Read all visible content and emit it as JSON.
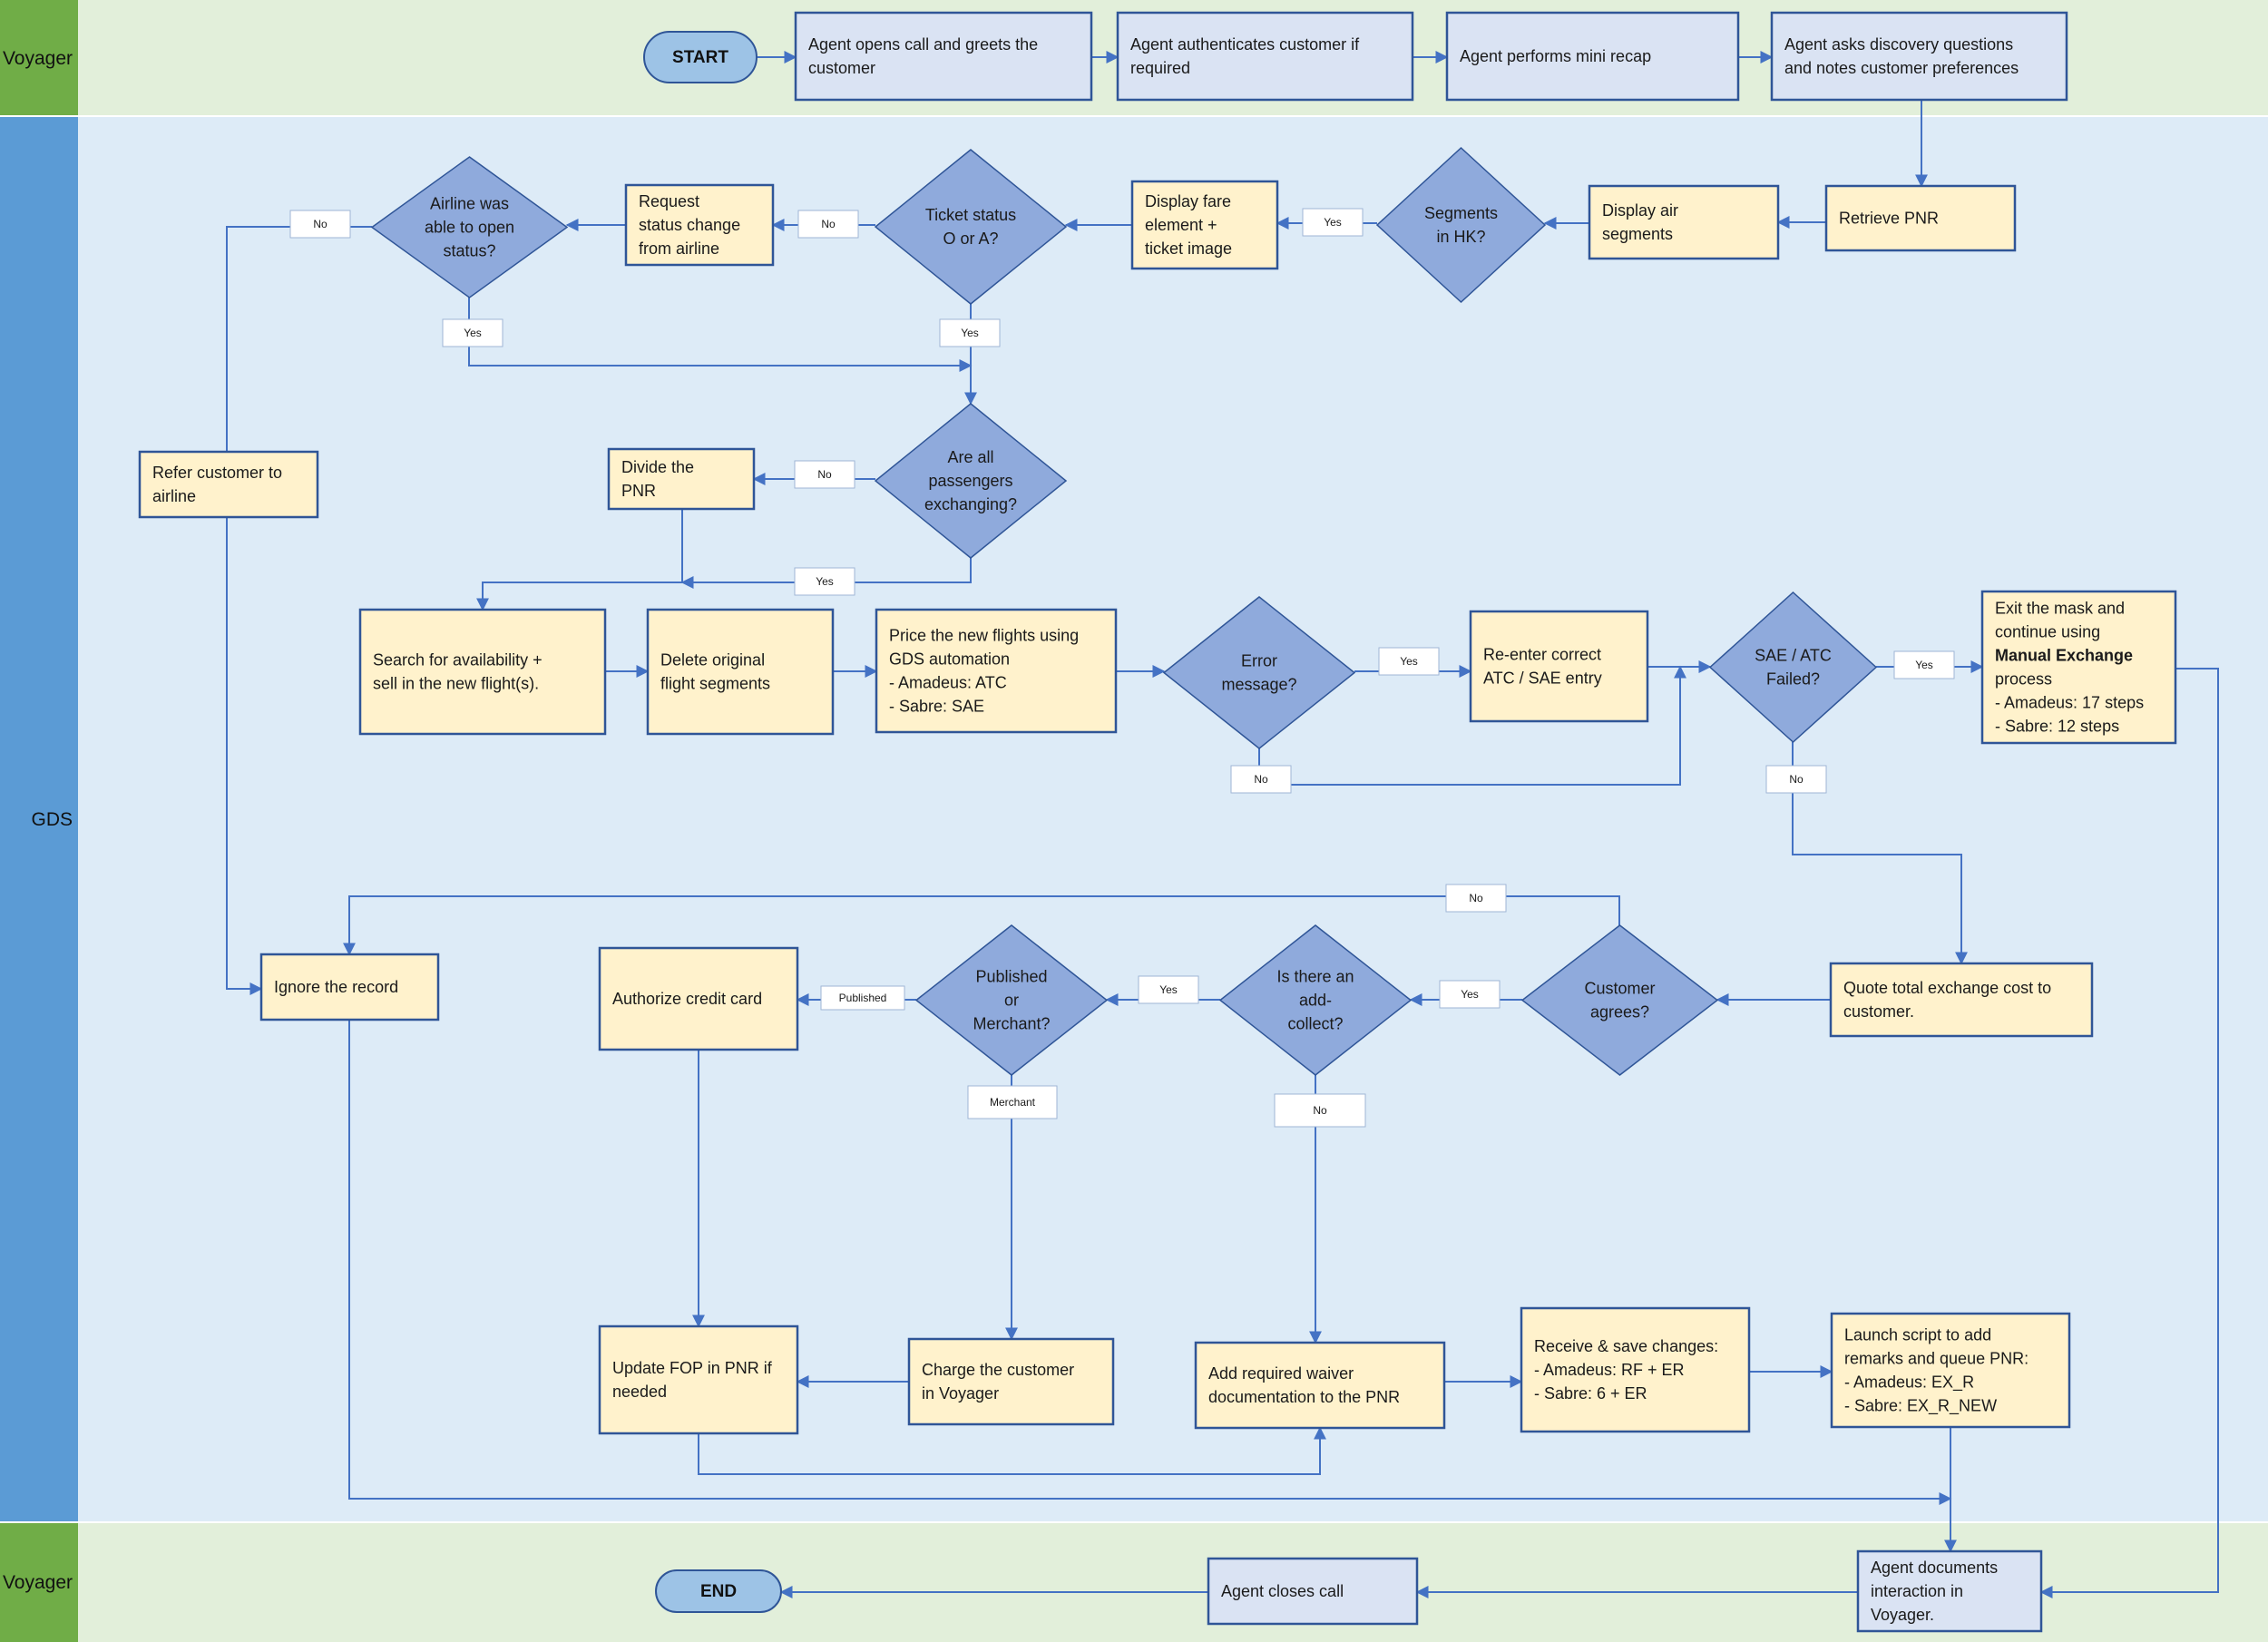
{
  "colors": {
    "lane_voyager_bg": "#e2efda",
    "lane_gds_bg": "#ddebf7",
    "lane_voyager_header": "#70ad47",
    "lane_gds_header": "#5b9bd5",
    "process_blue_fill": "#dae3f3",
    "process_yellow_fill": "#fff2cc",
    "box_border": "#2f5597",
    "decision_fill": "#8faadc",
    "terminal_fill": "#9dc3e6",
    "connector": "#4472c4"
  },
  "lanes": [
    {
      "id": "voyager-top",
      "label": "Voyager"
    },
    {
      "id": "gds",
      "label": "GDS"
    },
    {
      "id": "voyager-bottom",
      "label": "Voyager"
    }
  ],
  "nodes": [
    {
      "id": "start",
      "type": "terminal",
      "lines": [
        "START"
      ]
    },
    {
      "id": "greet",
      "type": "process-blue",
      "lines": [
        "Agent opens call and greets the",
        "customer"
      ]
    },
    {
      "id": "auth",
      "type": "process-blue",
      "lines": [
        "Agent authenticates customer if",
        "required"
      ]
    },
    {
      "id": "recap",
      "type": "process-blue",
      "lines": [
        "Agent performs mini recap"
      ]
    },
    {
      "id": "discovery",
      "type": "process-blue",
      "lines": [
        "Agent asks discovery questions",
        "and notes customer preferences"
      ]
    },
    {
      "id": "retrieve-pnr",
      "type": "process-yellow",
      "lines": [
        "Retrieve PNR"
      ]
    },
    {
      "id": "display-air",
      "type": "process-yellow",
      "lines": [
        "Display air",
        "segments"
      ]
    },
    {
      "id": "segments-hk",
      "type": "decision",
      "lines": [
        "Segments",
        "in HK?"
      ]
    },
    {
      "id": "display-fare",
      "type": "process-yellow",
      "lines": [
        "Display fare",
        "element +",
        "ticket image"
      ]
    },
    {
      "id": "ticket-status",
      "type": "decision",
      "lines": [
        "Ticket status",
        "O or A?"
      ]
    },
    {
      "id": "request-status",
      "type": "process-yellow",
      "lines": [
        "Request",
        "status change",
        "from airline"
      ]
    },
    {
      "id": "airline-open",
      "type": "decision",
      "lines": [
        "Airline was",
        "able to open",
        "status?"
      ]
    },
    {
      "id": "refer-airline",
      "type": "process-yellow",
      "lines": [
        "Refer customer to",
        "airline"
      ]
    },
    {
      "id": "all-pax",
      "type": "decision",
      "lines": [
        "Are all",
        "passengers",
        "exchanging?"
      ]
    },
    {
      "id": "divide-pnr",
      "type": "process-yellow",
      "lines": [
        "Divide the",
        "PNR"
      ]
    },
    {
      "id": "search-avail",
      "type": "process-yellow",
      "lines": [
        "Search for availability +",
        "sell in the new flight(s)."
      ]
    },
    {
      "id": "delete-orig",
      "type": "process-yellow",
      "lines": [
        "Delete original",
        "flight segments"
      ]
    },
    {
      "id": "price-new",
      "type": "process-yellow",
      "lines": [
        "Price the new flights using",
        "GDS automation",
        "- Amadeus: ATC",
        "- Sabre: SAE"
      ]
    },
    {
      "id": "error-msg",
      "type": "decision",
      "lines": [
        "Error",
        "message?"
      ]
    },
    {
      "id": "reenter",
      "type": "process-yellow",
      "lines": [
        "Re-enter correct",
        "ATC / SAE entry"
      ]
    },
    {
      "id": "sae-failed",
      "type": "decision",
      "lines": [
        "SAE / ATC",
        "Failed?"
      ]
    },
    {
      "id": "exit-mask",
      "type": "process-yellow-rich",
      "lines": [
        "Exit the mask and",
        "continue using",
        "",
        "process",
        "- Amadeus: 17 steps",
        "- Sabre:  12 steps"
      ],
      "bold": "Manual Exchange"
    },
    {
      "id": "quote-total",
      "type": "process-yellow",
      "lines": [
        "Quote total exchange cost to",
        "customer."
      ]
    },
    {
      "id": "customer-agrees",
      "type": "decision",
      "lines": [
        "Customer",
        "agrees?"
      ]
    },
    {
      "id": "add-collect",
      "type": "decision",
      "lines": [
        "Is there an",
        "add-",
        "collect?"
      ]
    },
    {
      "id": "pub-merchant",
      "type": "decision",
      "lines": [
        "Published",
        "or",
        "Merchant?"
      ]
    },
    {
      "id": "authorize-cc",
      "type": "process-yellow",
      "lines": [
        "Authorize credit card"
      ]
    },
    {
      "id": "ignore-record",
      "type": "process-yellow",
      "lines": [
        "Ignore the record"
      ]
    },
    {
      "id": "update-fop",
      "type": "process-yellow",
      "lines": [
        "Update FOP in PNR if",
        "needed"
      ]
    },
    {
      "id": "charge-customer",
      "type": "process-yellow",
      "lines": [
        "Charge the customer",
        "in Voyager"
      ]
    },
    {
      "id": "add-waiver",
      "type": "process-yellow",
      "lines": [
        "Add required waiver",
        "documentation to the PNR"
      ]
    },
    {
      "id": "receive-save",
      "type": "process-yellow",
      "lines": [
        "Receive & save changes:",
        "- Amadeus: RF + ER",
        "- Sabre: 6 + ER"
      ]
    },
    {
      "id": "launch-script",
      "type": "process-yellow",
      "lines": [
        "Launch script to add",
        "remarks and queue PNR:",
        "- Amadeus: EX_R",
        "- Sabre: EX_R_NEW"
      ]
    },
    {
      "id": "agent-documents",
      "type": "process-blue",
      "lines": [
        "Agent documents",
        "interaction in",
        "Voyager."
      ]
    },
    {
      "id": "agent-closes",
      "type": "process-blue",
      "lines": [
        "Agent closes call"
      ]
    },
    {
      "id": "end",
      "type": "terminal",
      "lines": [
        "END"
      ]
    }
  ],
  "edge_labels": [
    {
      "id": "hk-yes",
      "text": "Yes"
    },
    {
      "id": "ticket-no",
      "text": "No"
    },
    {
      "id": "airline-no",
      "text": "No"
    },
    {
      "id": "airline-yes",
      "text": "Yes"
    },
    {
      "id": "ticket-yes",
      "text": "Yes"
    },
    {
      "id": "pax-no",
      "text": "No"
    },
    {
      "id": "pax-yes",
      "text": "Yes"
    },
    {
      "id": "error-yes",
      "text": "Yes"
    },
    {
      "id": "error-no",
      "text": "No"
    },
    {
      "id": "sae-yes",
      "text": "Yes"
    },
    {
      "id": "sae-no",
      "text": "No"
    },
    {
      "id": "agree-no",
      "text": "No"
    },
    {
      "id": "agree-yes",
      "text": "Yes"
    },
    {
      "id": "collect-yes",
      "text": "Yes"
    },
    {
      "id": "collect-no",
      "text": "No"
    },
    {
      "id": "pub-published",
      "text": "Published"
    },
    {
      "id": "pub-merchant-lbl",
      "text": "Merchant"
    }
  ]
}
